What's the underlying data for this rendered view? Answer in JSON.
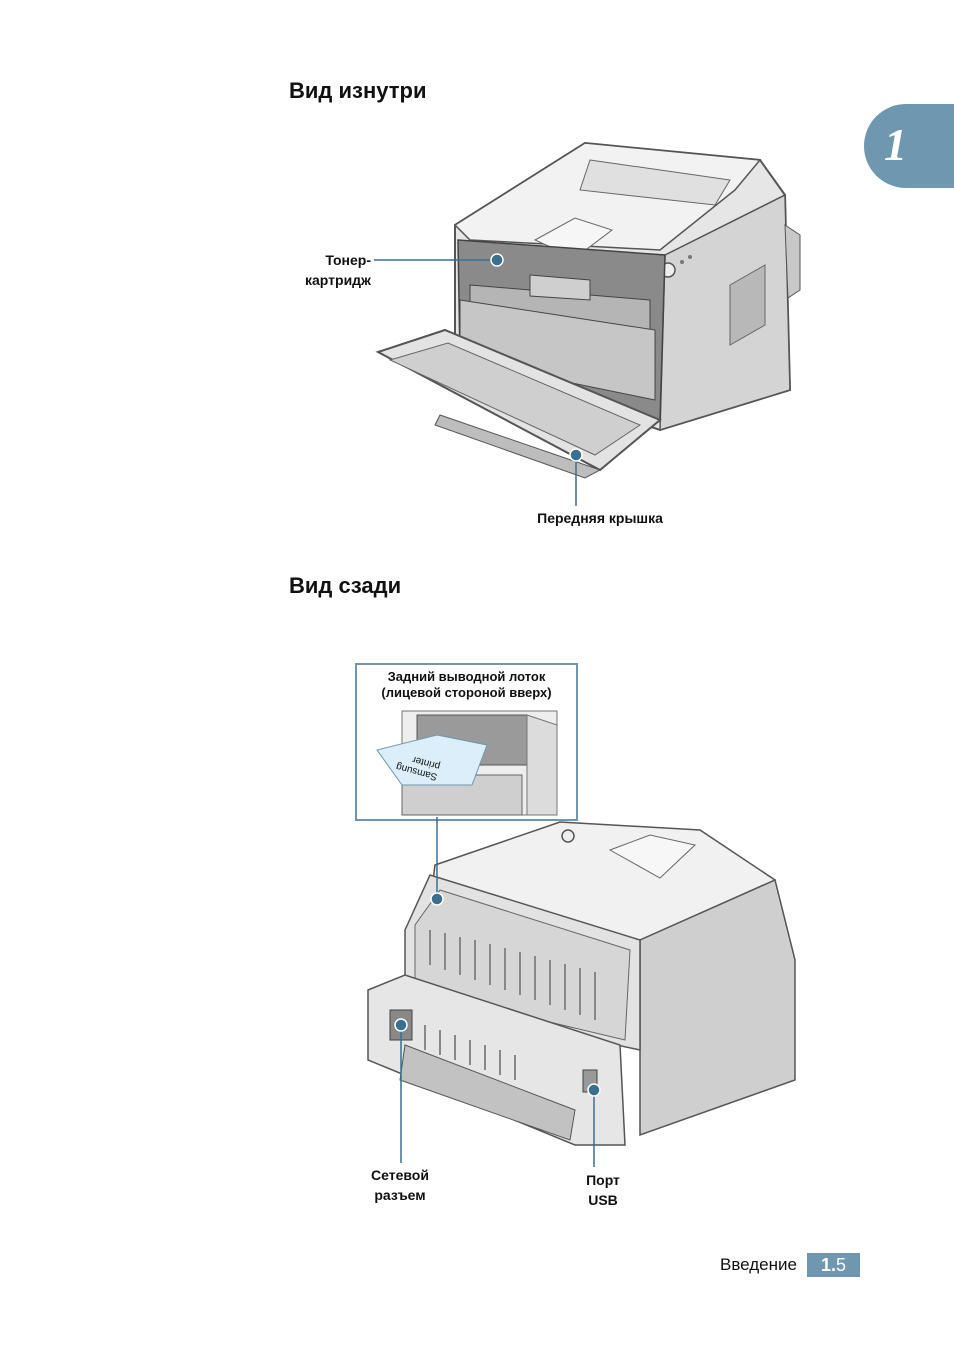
{
  "chapter_tab": {
    "number": "1"
  },
  "section_inside": {
    "heading": "Вид изнутри",
    "callouts": {
      "toner_line1": "Тонер-",
      "toner_line2": "картридж",
      "front_cover": "Передняя крышка"
    }
  },
  "section_rear": {
    "heading": "Вид сзади",
    "callouts": {
      "rear_tray_line1": "Задний выводной лоток",
      "rear_tray_line2": "(лицевой стороной вверх)",
      "power_line1": "Сетевой",
      "power_line2": "разъем",
      "usb_line1": "Порт",
      "usb_line2": "USB"
    },
    "paper_text_line1": "Samsung",
    "paper_text_line2": "printer"
  },
  "footer": {
    "section_name": "Введение",
    "page_chapter": "1.",
    "page_number": "5"
  },
  "colors": {
    "accent": "#6f98b0",
    "callout_line": "#3a6f8f",
    "printer_body": "#d8d8d8",
    "printer_outline": "#555555"
  }
}
